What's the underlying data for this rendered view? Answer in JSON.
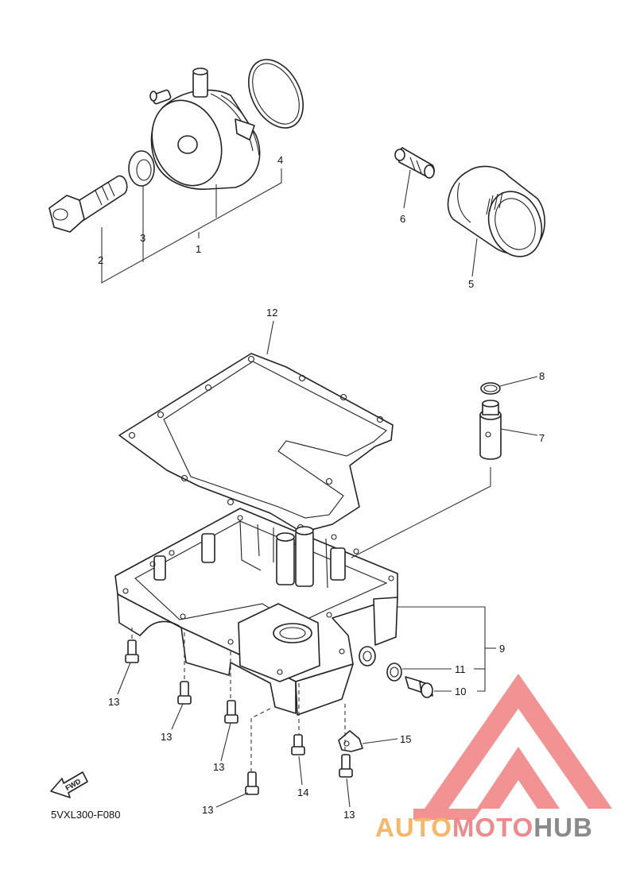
{
  "diagram": {
    "code": "5VXL300-F080",
    "fwd_label": "FWD",
    "callouts": {
      "c1": "1",
      "c2": "2",
      "c3": "3",
      "c4": "4",
      "c5": "5",
      "c6": "6",
      "c7": "7",
      "c8": "8",
      "c9": "9",
      "c10": "10",
      "c11": "11",
      "c12": "12",
      "c13a": "13",
      "c13b": "13",
      "c13c": "13",
      "c13d": "13",
      "c13e": "13",
      "c14": "14",
      "c15": "15"
    }
  },
  "watermark": {
    "part1": "AUTO",
    "part2": "MOTO",
    "part3": "HUB",
    "colors": {
      "orange": "#f7b766",
      "red": "#f08a8a",
      "grey": "#8a8a8a",
      "mark": "#f07f7f"
    }
  }
}
